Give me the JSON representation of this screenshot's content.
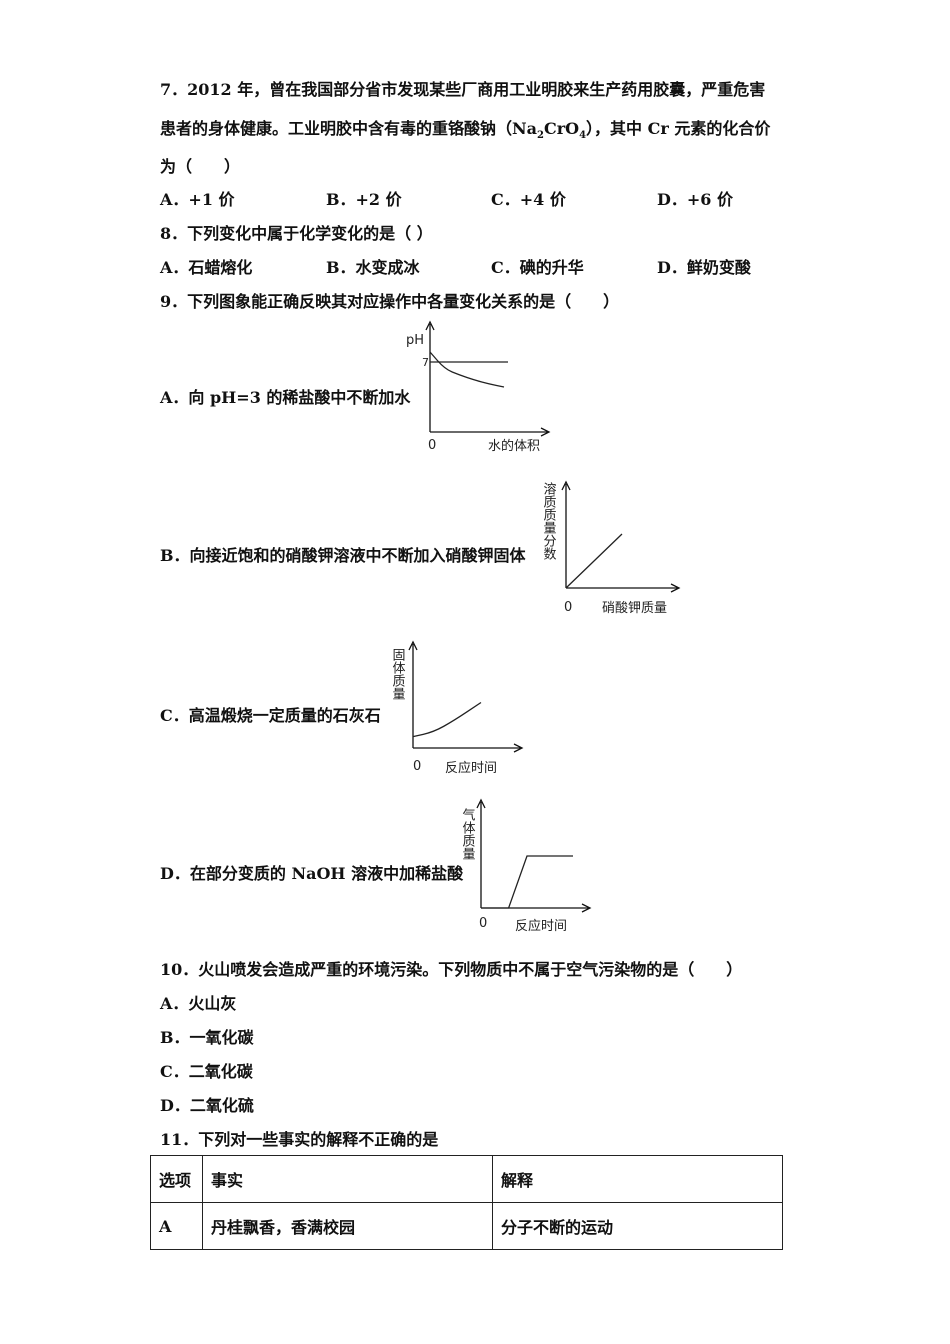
{
  "q7": {
    "line1": "7．2012 年，曾在我国部分省市发现某些厂商用工业明胶来生产药用胶囊，严重危害",
    "line2_pre": "患者的身体健康。工业明胶中含有毒的重铬酸钠（Na",
    "line2_sub1": "2",
    "line2_mid": "CrO",
    "line2_sub2": "4",
    "line2_post": "），其中 Cr 元素的化合价",
    "line3": "为（　　）",
    "options": [
      "A．+1 价",
      "B．+2 价",
      "C．+4 价",
      "D．+6 价"
    ]
  },
  "q8": {
    "stem": "8．下列变化中属于化学变化的是（  ）",
    "options": [
      "A．石蜡熔化",
      "B．水变成冰",
      "C．碘的升华",
      "D．鲜奶变酸"
    ]
  },
  "q9": {
    "stem": "9．下列图象能正确反映其对应操作中各量变化关系的是（　　）",
    "options": [
      "A．向 pH=3 的稀盐酸中不断加水",
      "B．向接近饱和的硝酸钾溶液中不断加入硝酸钾固体",
      "C．高温煅烧一定质量的石灰石",
      "D．在部分变质的 NaOH 溶液中加稀盐酸"
    ]
  },
  "chart_data": [
    {
      "type": "line",
      "ylabel": "pH",
      "xlabel": "水的体积",
      "origin": "0",
      "reference_line": {
        "y": 7,
        "label": "7"
      },
      "series": [
        {
          "x": [
            0,
            0.2,
            0.4,
            0.6,
            0.8,
            1.0
          ],
          "y": [
            8.0,
            6.3,
            5.7,
            5.2,
            4.8,
            4.5
          ]
        }
      ]
    },
    {
      "type": "line",
      "ylabel": "溶质质量分数",
      "xlabel": "硝酸钾质量",
      "origin": "0",
      "series": [
        {
          "x": [
            0,
            1
          ],
          "y": [
            0,
            1
          ]
        }
      ]
    },
    {
      "type": "line",
      "ylabel": "固体质量",
      "xlabel": "反应时间",
      "origin": "0",
      "series": [
        {
          "x": [
            0,
            0.3,
            0.6,
            1.0
          ],
          "y": [
            0.25,
            0.35,
            0.6,
            1.0
          ]
        }
      ]
    },
    {
      "type": "line",
      "ylabel": "气体质量",
      "xlabel": "反应时间",
      "origin": "0",
      "series": [
        {
          "x": [
            0,
            0.3,
            0.5,
            1.0
          ],
          "y": [
            0,
            0,
            1,
            1
          ]
        }
      ]
    }
  ],
  "q10": {
    "stem": "10．火山喷发会造成严重的环境污染。下列物质中不属于空气污染物的是（　　）",
    "options": [
      "A．火山灰",
      "B．一氧化碳",
      "C．二氧化碳",
      "D．二氧化硫"
    ]
  },
  "q11": {
    "stem": "11．下列对一些事实的解释不正确的是",
    "table": {
      "headers": [
        "选项",
        "事实",
        "解释"
      ],
      "rows": [
        [
          "A",
          "丹桂飘香，香满校园",
          "分子不断的运动"
        ]
      ]
    }
  }
}
